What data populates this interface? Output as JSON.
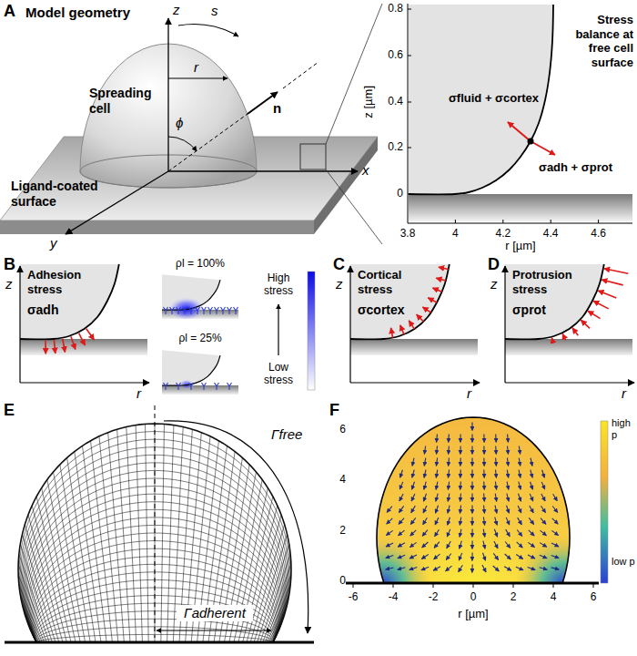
{
  "diagram": {
    "labels": [
      "A",
      "Model geometry",
      "z",
      "s",
      "r",
      "ϕ",
      "Spreading cell",
      "n",
      "x",
      "y",
      "Ligand-coated surface",
      "Stress balance at free cell surface",
      "0.8",
      "0.6",
      "0.4",
      "0.2",
      "0",
      "z [µm]",
      "σfluid + σcortex",
      "σadh + σprot",
      "3.8",
      "4",
      "4.2",
      "4.4",
      "4.6",
      "r [µm]",
      "B",
      "Adhesion stress",
      "σadh",
      "z",
      "r",
      "ρl = 100%",
      "ρl = 25%",
      "High stress",
      "Low stress",
      "C",
      "Cortical stress",
      "σcortex",
      "z",
      "r",
      "D",
      "Protrusion stress",
      "σprot",
      "z",
      "r",
      "E",
      "Γfree",
      "Γadherent",
      "F",
      "6",
      "4",
      "2",
      "0",
      "-6",
      "-4",
      "-2",
      "0",
      "2",
      "4",
      "6",
      "r [µm]",
      "high p",
      "low p"
    ]
  }
}
